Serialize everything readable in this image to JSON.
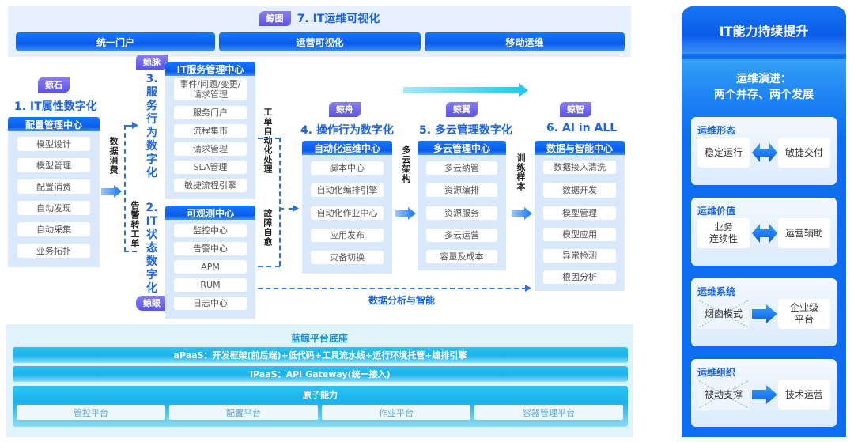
{
  "top": {
    "tag": "鲸图",
    "title": "7. IT运维可视化",
    "bars": [
      "统一门户",
      "运营可视化",
      "移动运维"
    ]
  },
  "sections": {
    "s1": {
      "tag": "鲸石",
      "title": "1. IT属性数字化",
      "panel": "配置管理中心",
      "items": [
        "模型设计",
        "模型管理",
        "配置消费",
        "自动发现",
        "自动采集",
        "业务拓扑"
      ]
    },
    "s3": {
      "tag": "鲸脉",
      "title_v": [
        "3.",
        "服",
        "务",
        "行",
        "为",
        "数",
        "字",
        "化"
      ],
      "panel": "IT服务管理中心",
      "items": [
        "事件/问题/变更/\n请求管理",
        "服务门户",
        "流程集市",
        "请求管理",
        "SLA管理",
        "敏捷流程引擎"
      ]
    },
    "s2": {
      "tag": "鲸眼",
      "title_v": [
        "2.",
        "IT",
        "状",
        "态",
        "数",
        "字",
        "化"
      ],
      "panel": "可观测中心",
      "items": [
        "监控中心",
        "告警中心",
        "APM",
        "RUM",
        "日志中心"
      ]
    },
    "s4": {
      "tag": "鲸舟",
      "title": "4. 操作行为数字化",
      "panel": "自动化运维中心",
      "items": [
        "脚本中心",
        "自动化编排引擎",
        "自动化作业中心",
        "应用发布",
        "灾备切换"
      ]
    },
    "s5": {
      "tag": "鲸翼",
      "title": "5. 多云管理数字化",
      "panel": "多云管理中心",
      "items": [
        "多云纳管",
        "资源编排",
        "资源服务",
        "多云运营",
        "容量及成本"
      ]
    },
    "s6": {
      "tag": "鲸智",
      "title": "6. AI in ALL",
      "panel": "数据与智能中心",
      "items": [
        "数据接入清洗",
        "数据开发",
        "模型管理",
        "模型应用",
        "异常检测",
        "根因分析"
      ]
    }
  },
  "connectors": {
    "data_consume": "数据消费",
    "alert_ticket": "告警转工单",
    "ticket_auto": "工单自动化处理",
    "self_heal": "故障自愈",
    "multi_cloud_arch": "多云架构",
    "train_samples": "训练样本",
    "data_ai": "数据分析与智能"
  },
  "platform": {
    "title": "蓝鲸平台底座",
    "apaas": "aPaaS：开发框架(前后端)+低代码+工具流水线+运行环境托管+编排引擎",
    "ipaas": "iPaaS：API Gateway(统一接入)",
    "atom_title": "原子能力",
    "atoms": [
      "管控平台",
      "配置平台",
      "作业平台",
      "容器管理平台"
    ]
  },
  "right": {
    "header": "IT能力持续提升",
    "subtitle_1": "运维演进：",
    "subtitle_2": "两个并存、两个发展",
    "cards": [
      {
        "title": "运维形态",
        "left": "稳定运行",
        "right": "敏捷交付",
        "arrow": "double"
      },
      {
        "title": "运维价值",
        "left": "业务\n连续性",
        "right": "运营辅助",
        "arrow": "double"
      },
      {
        "title": "运维系统",
        "left": "烟囱模式",
        "right": "企业级\n平台",
        "arrow": "single"
      },
      {
        "title": "运维组织",
        "left": "被动支撑",
        "right": "技术运营",
        "arrow": "single"
      }
    ]
  },
  "colors": {
    "primary_blue": "#1677ff",
    "title_blue": "#1a63e6",
    "tag_purple": "#6a60ea",
    "panel_bg": "#d9e8fb",
    "platform_cyan": "#1bb1ea"
  }
}
